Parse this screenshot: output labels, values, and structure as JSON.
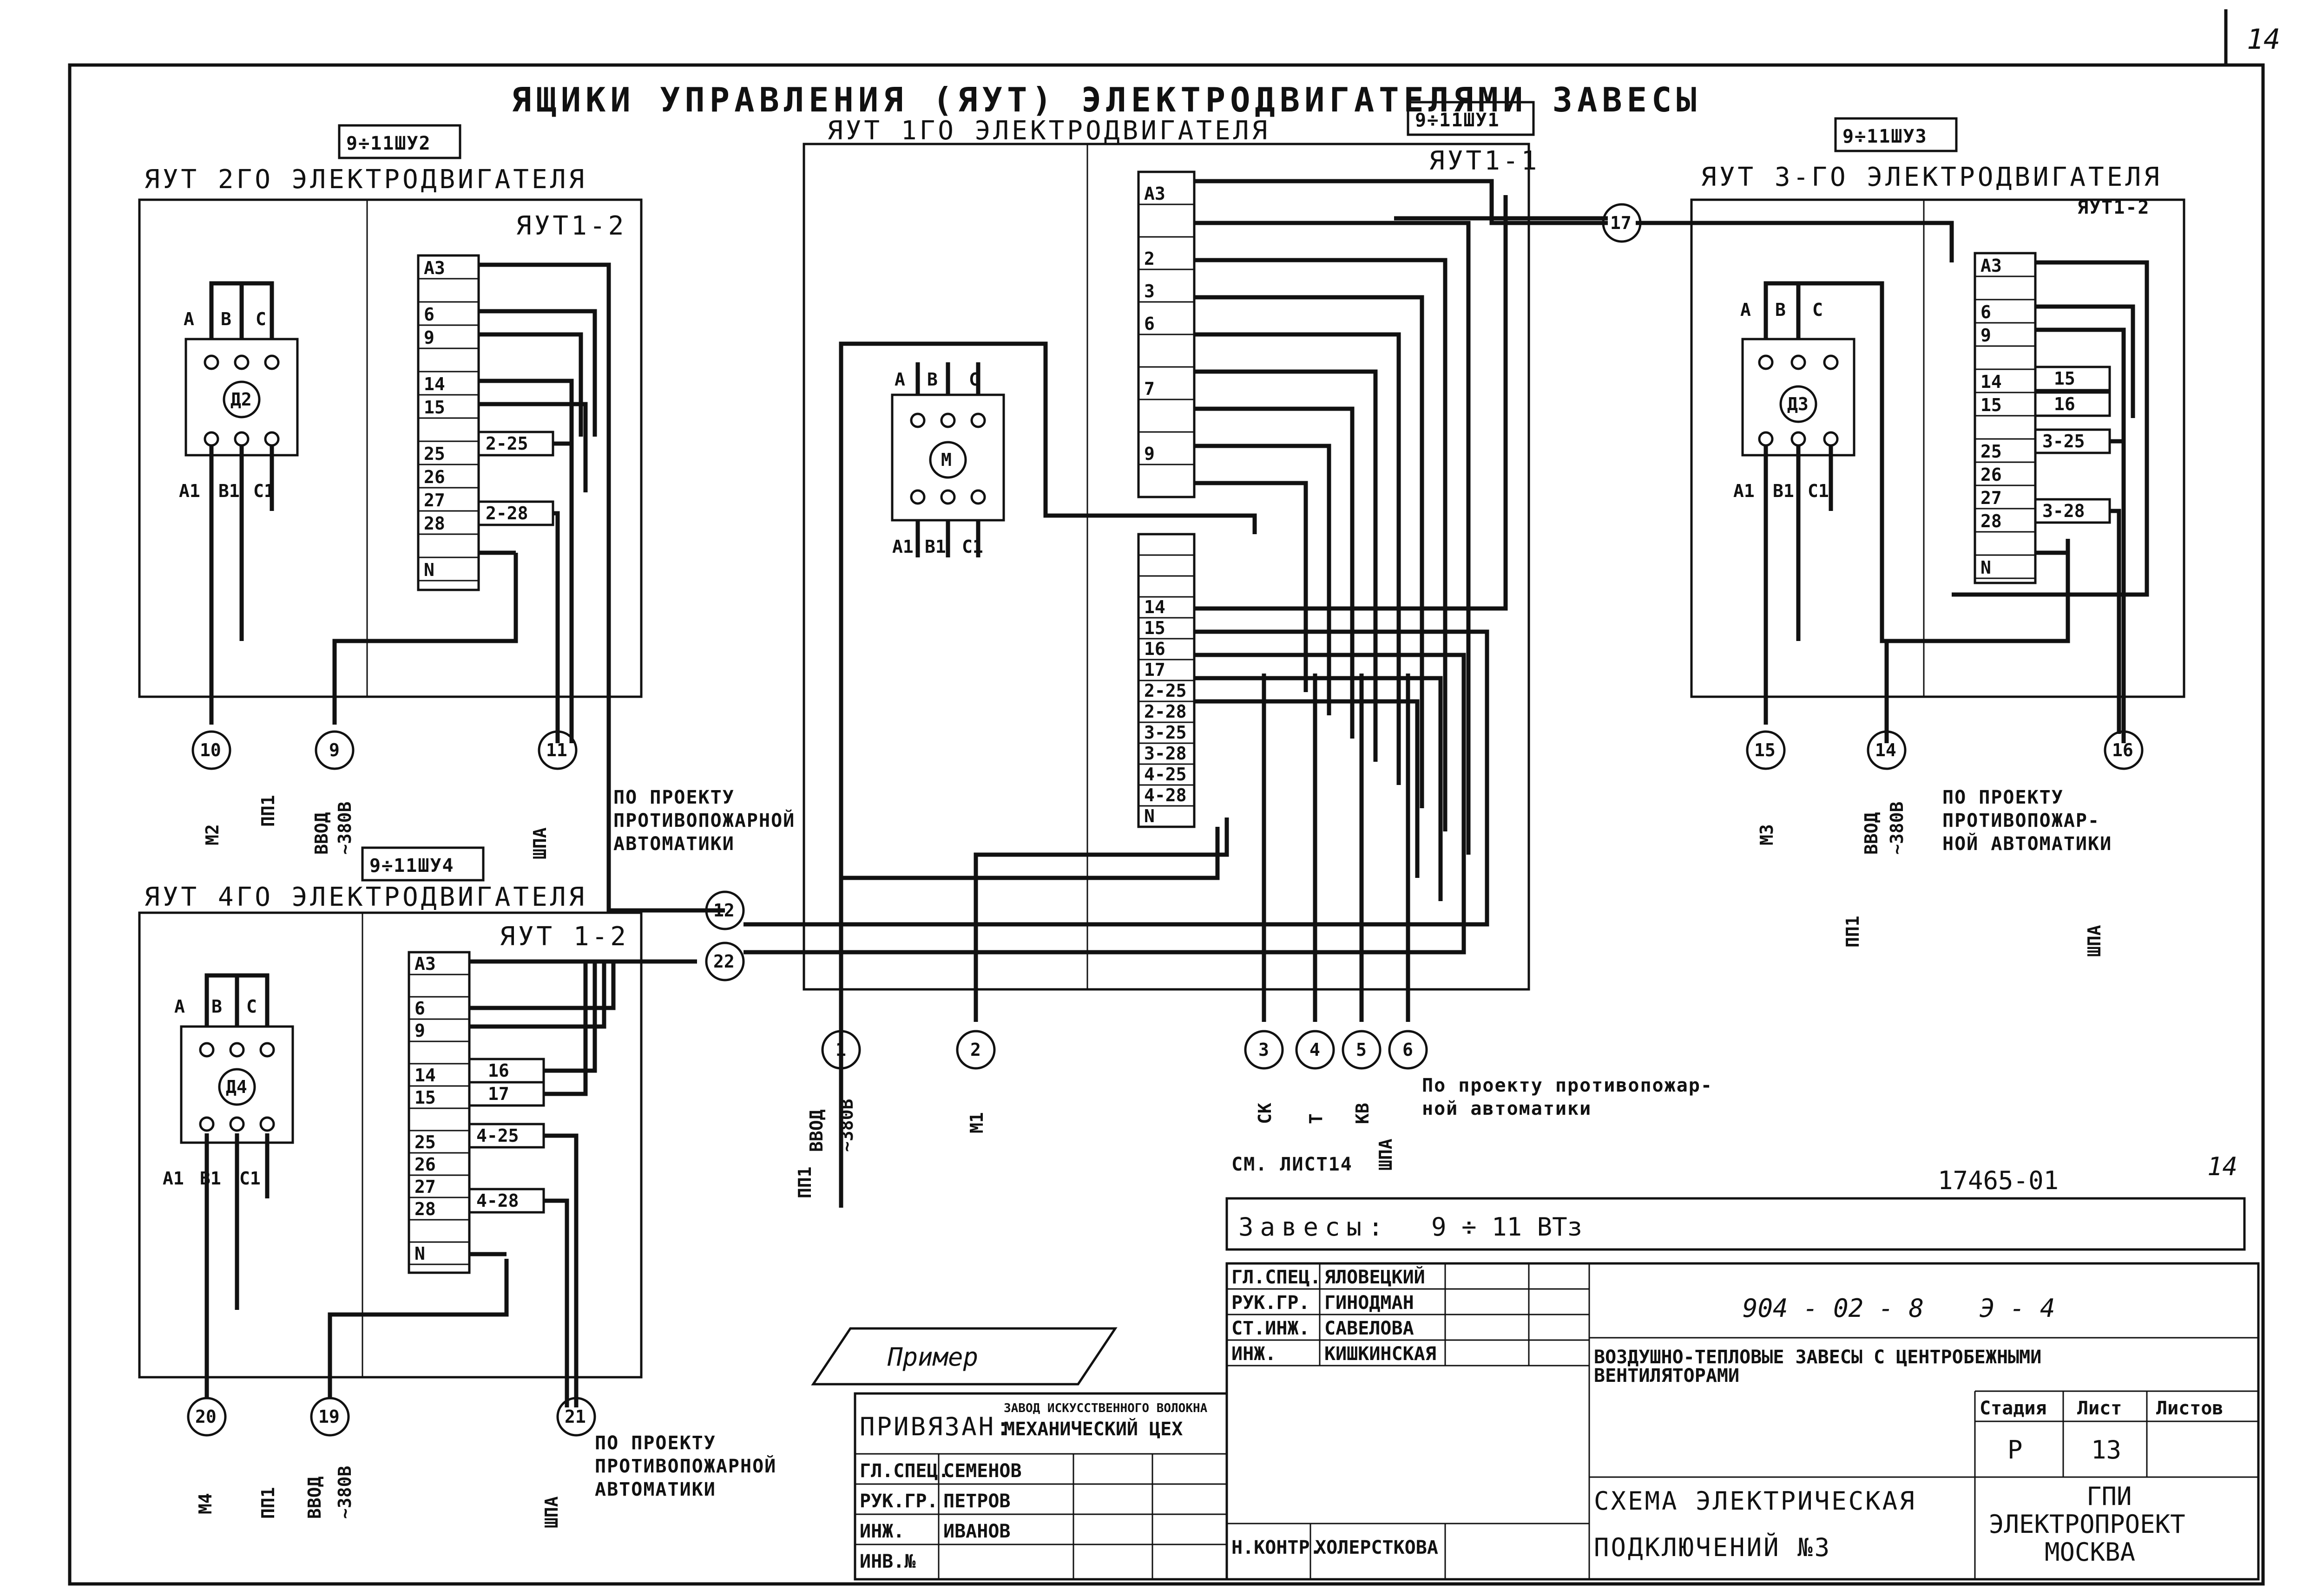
{
  "page_number": "14",
  "title": "ЯЩИКИ УПРАВЛЕНИЯ (ЯУТ) ЭЛЕКТРОДВИГАТЕЛЯМИ ЗАВЕСЫ",
  "boxes": {
    "center": {
      "tag": "9÷11ШУ1",
      "title": "ЯУТ 1ГО ЭЛЕКТРОДВИГАТЕЛЯ",
      "panel": "ЯУТ1-1",
      "motor": "М",
      "phases": [
        "А",
        "В",
        "С"
      ],
      "outputs": [
        "А1",
        "В1",
        "С1"
      ],
      "terminals_top": [
        "А3",
        "",
        "2",
        "3",
        "6",
        "",
        "7",
        "",
        "9",
        ""
      ],
      "terminals_bottom": [
        "",
        "",
        "",
        "14",
        "15",
        "16",
        "17",
        "2-25",
        "2-28",
        "3-25",
        "3-28",
        "4-25",
        "4-28",
        "N"
      ]
    },
    "left_top": {
      "tag": "9÷11ШУ2",
      "title": "ЯУТ 2ГО ЭЛЕКТРОДВИГАТЕЛЯ",
      "panel": "ЯУТ1-2",
      "motor": "Д2",
      "phases": [
        "А",
        "В",
        "С"
      ],
      "outputs": [
        "А1",
        "В1",
        "С1"
      ],
      "terminals": [
        "А3",
        "",
        "6",
        "9",
        "",
        "14",
        "15",
        "",
        "25",
        "26",
        "27",
        "28",
        "",
        "N"
      ],
      "jumpers": [
        "2-25",
        "2-28"
      ]
    },
    "right_top": {
      "tag": "9÷11ШУ3",
      "title": "ЯУТ 3-ГО ЭЛЕКТРОДВИГАТЕЛЯ",
      "panel": "ЯУТ1-2",
      "motor": "Д3",
      "phases": [
        "А",
        "В",
        "С"
      ],
      "outputs": [
        "А1",
        "В1",
        "С1"
      ],
      "terminals": [
        "А3",
        "",
        "6",
        "9",
        "",
        "14",
        "15",
        "",
        "25",
        "26",
        "27",
        "28",
        "",
        "N"
      ],
      "jumpers": [
        "15",
        "16",
        "3-25",
        "3-28"
      ]
    },
    "left_bottom": {
      "tag": "9÷11ШУ4",
      "title": "ЯУТ 4ГО ЭЛЕКТРОДВИГАТЕЛЯ",
      "panel": "ЯУТ 1-2",
      "motor": "Д4",
      "phases": [
        "А",
        "В",
        "С"
      ],
      "outputs": [
        "А1",
        "В1",
        "С1"
      ],
      "terminals": [
        "А3",
        "",
        "6",
        "9",
        "",
        "14",
        "15",
        "",
        "25",
        "26",
        "27",
        "28",
        "",
        "N"
      ],
      "jumpers": [
        "16",
        "17",
        "4-25",
        "4-28"
      ]
    }
  },
  "nodes": [
    "1",
    "2",
    "3",
    "4",
    "5",
    "6",
    "9",
    "10",
    "11",
    "12",
    "14",
    "15",
    "16",
    "17",
    "19",
    "20",
    "21",
    "22"
  ],
  "labels": {
    "m1": "М1",
    "m2": "М2",
    "m3": "М3",
    "m4": "М4",
    "pp1": "ПП1",
    "vvod": "ВВОД",
    "v380": "~380В",
    "shpa": "ШПА",
    "fire_l1": "ПО ПРОЕКТУ",
    "fire_l2": "ПРОТИВОПОЖАРНОЙ",
    "fire_l3": "АВТОМАТИКИ",
    "fire_r2": "ПРОТИВОПОЖАР-",
    "fire_r3": "НОЙ АВТОМАТИКИ",
    "fire_c1": "По проекту противопожар-",
    "fire_c2": "ной автоматики",
    "sk": "СК",
    "t": "Т",
    "kv": "КВ",
    "see_sheet": "СМ. ЛИСТ14"
  },
  "example": "Пример",
  "title_block": {
    "ref_no": "17465-01",
    "ref_sheet": "14",
    "zavesy_label": "Завесы:",
    "zavesy_value": "9 ÷ 11 ВТз",
    "roles": [
      "ГЛ.СПЕЦ.",
      "РУК.ГР.",
      "СТ.ИНЖ.",
      "ИНЖ."
    ],
    "names": [
      "ЯЛОВЕЦКИЙ",
      "ГИНОДМАН",
      "САВЕЛОВА",
      "КИШКИНСКАЯ"
    ],
    "project": "904 - 02 - 8",
    "code": "Э - 4",
    "descr_1": "ВОЗДУШНО-ТЕПЛОВЫЕ ЗАВЕСЫ С ЦЕНТРОБЕЖНЫМИ",
    "descr_2": "ВЕНТИЛЯТОРАМИ",
    "stage_h": "Стадия",
    "sheet_h": "Лист",
    "sheets_h": "Листов",
    "stage": "Р",
    "sheet": "13",
    "scheme_1": "СХЕМА ЭЛЕКТРИЧЕСКАЯ",
    "scheme_2": "ПОДКЛЮЧЕНИЙ №3",
    "org_1": "ГПИ",
    "org_2": "ЭЛЕКТРОПРОЕКТ",
    "org_3": "МОСКВА",
    "nkontr_role": "Н.КОНТР.",
    "nkontr_name": "ХОЛЕРСТКОВА",
    "privyazan": "ПРИВЯЗАН:",
    "privyazan_1": "ЗАВОД ИСКУССТВЕННОГО ВОЛОКНА",
    "privyazan_2": "МЕХАНИЧЕСКИЙ ЦЕХ",
    "bind_roles": [
      "ГЛ.СПЕЦ.",
      "РУК.ГР.",
      "ИНЖ.",
      "ИНВ.№"
    ],
    "bind_names": [
      "СЕМЕНОВ",
      "ПЕТРОВ",
      "ИВАНОВ",
      ""
    ]
  }
}
